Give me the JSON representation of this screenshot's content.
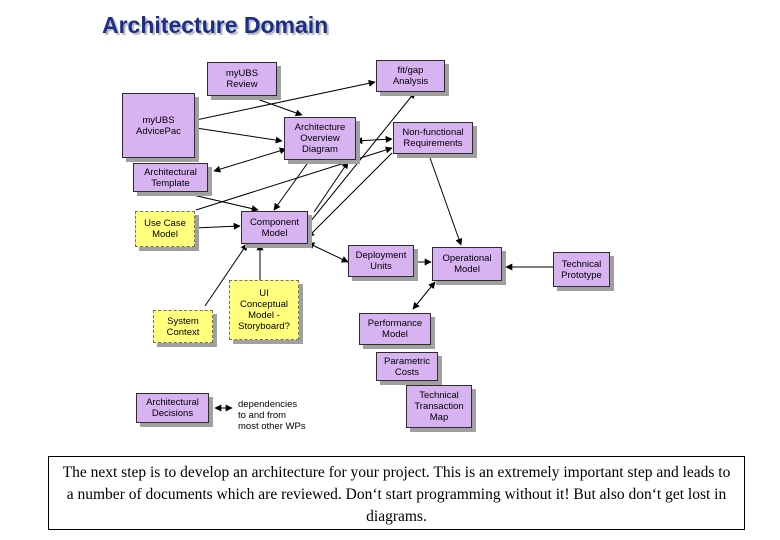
{
  "title": "Architecture Domain",
  "nodes": {
    "myubs_review": "myUBS\nReview",
    "fit_gap": "fit/gap\nAnalysis",
    "myubs_advicepac": "myUBS\nAdvicePac",
    "arch_overview": "Architecture\nOverview\nDiagram",
    "nonfunctional": "Non-functional\nRequirements",
    "arch_template": "Architectural\nTemplate",
    "use_case": "Use Case\nModel",
    "component_model": "Component\nModel",
    "deployment_units": "Deployment\nUnits",
    "operational_model": "Operational\nModel",
    "tech_prototype": "Technical\nPrototype",
    "system_context": "System\nContext",
    "ui_model": "UI\nConceptual\nModel -\nStoryboard?",
    "performance_model": "Performance\nModel",
    "parametric_costs": "Parametric\nCosts",
    "tech_transaction_map": "Technical\nTransaction\nMap",
    "arch_decisions": "Architectural\nDecisions"
  },
  "legend_text": "dependencies\nto and from\nmost other WPs",
  "note": "The next step is to develop an architecture for your project. This is an extremely important step and leads to a number of documents which are reviewed. Don‘t start programming without it! But also don‘t get lost in diagrams.",
  "colors": {
    "title": "#1a2f8c",
    "artifact": "#d8b3f2",
    "input": "#ffff7d",
    "shadow": "#a0a0a0"
  }
}
